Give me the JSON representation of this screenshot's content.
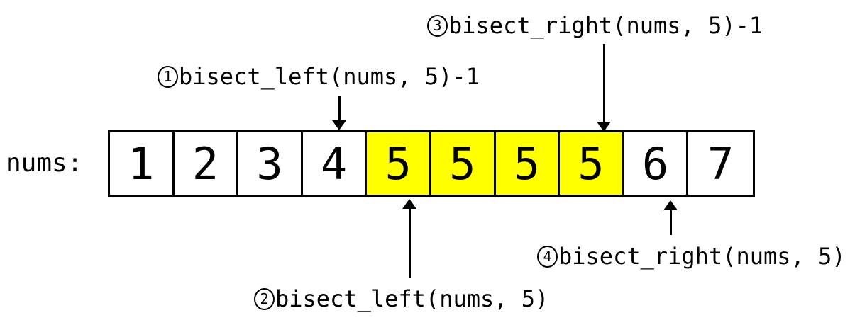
{
  "diagram": {
    "array_label": "nums:",
    "cells": [
      {
        "value": "1",
        "highlighted": false
      },
      {
        "value": "2",
        "highlighted": false
      },
      {
        "value": "3",
        "highlighted": false
      },
      {
        "value": "4",
        "highlighted": false
      },
      {
        "value": "5",
        "highlighted": true
      },
      {
        "value": "5",
        "highlighted": true
      },
      {
        "value": "5",
        "highlighted": true
      },
      {
        "value": "5",
        "highlighted": true
      },
      {
        "value": "6",
        "highlighted": false
      },
      {
        "value": "7",
        "highlighted": false
      }
    ],
    "annotations": [
      {
        "badge": "1",
        "label": "bisect_left(nums, 5)-1",
        "arrow_direction": "down",
        "target_index": 3
      },
      {
        "badge": "2",
        "label": "bisect_left(nums, 5)",
        "arrow_direction": "up",
        "target_index": 4
      },
      {
        "badge": "3",
        "label": "bisect_right(nums, 5)-1",
        "arrow_direction": "down",
        "target_index": 7
      },
      {
        "badge": "4",
        "label": "bisect_right(nums, 5)",
        "arrow_direction": "up",
        "target_index": 8
      }
    ],
    "colors": {
      "highlight": "#ffff00",
      "background": "#ffffff",
      "line": "#000000"
    }
  }
}
